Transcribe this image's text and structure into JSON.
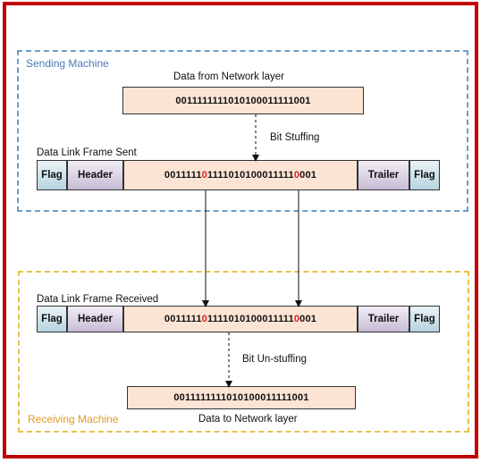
{
  "sending_machine": {
    "label": "Sending Machine",
    "network_data_caption": "Data from Network layer",
    "network_data_bits": "0011111111010100011111001",
    "bit_stuffing_label": "Bit Stuffing",
    "frame_caption": "Data Link Frame Sent",
    "frame": {
      "flag": "Flag",
      "header": "Header",
      "bits_segments": [
        "0011111",
        "0",
        "1111010100011111",
        "0",
        "001"
      ],
      "trailer": "Trailer",
      "flag_end": "Flag"
    }
  },
  "receiving_machine": {
    "label": "Receiving Machine",
    "frame_caption": "Data Link Frame Received",
    "frame": {
      "flag": "Flag",
      "header": "Header",
      "bits_segments": [
        "0011111",
        "0",
        "1111010100011111",
        "0",
        "001"
      ],
      "trailer": "Trailer",
      "flag_end": "Flag"
    },
    "bit_unstuffing_label": "Bit Un-stuffing",
    "network_data_bits": "0011111111010100011111001",
    "network_data_caption": "Data to Network layer"
  },
  "colors": {
    "outer_border": "#c00000",
    "sending_border": "#6b9cc4",
    "receiving_border": "#e8c34a",
    "stuffed_bit": "#e0201b",
    "data_fill": "#fce4d4"
  }
}
